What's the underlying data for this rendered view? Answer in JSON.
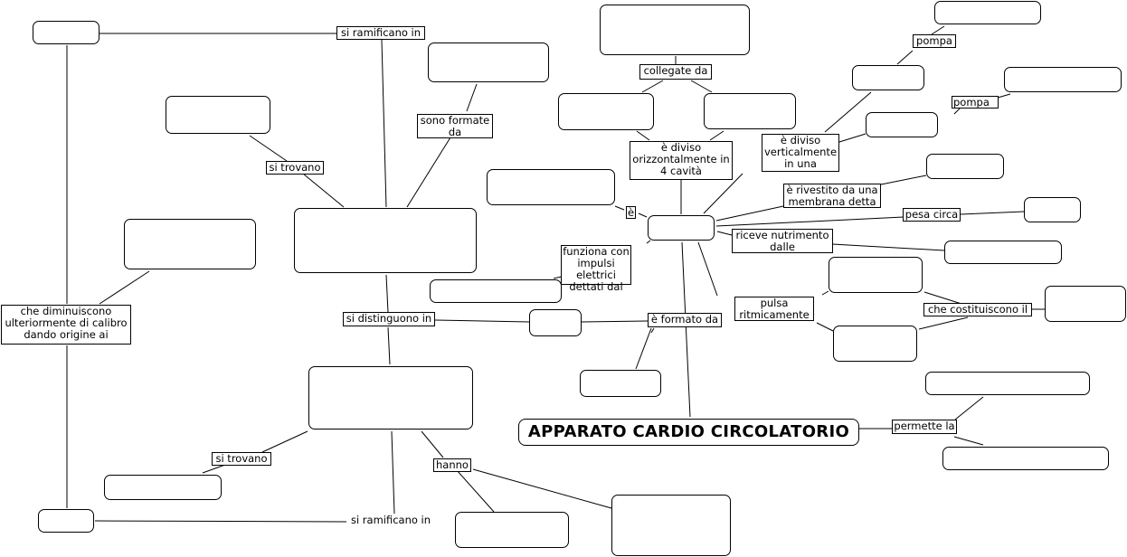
{
  "map": {
    "title": "APPARATO CARDIO CIRCOLATORIO",
    "linking_phrases": {
      "si_ramificano_in_top": "si ramificano in",
      "sono_formate_da": "sono formate\nda",
      "si_trovano_top": "si trovano",
      "collegate_da": "collegate da",
      "e_diviso_orizz": "è diviso\norizzontalmente in\n4 cavità",
      "e_diviso_vert": "è diviso\nverticalmente\nin una",
      "pompa_1": "pompa",
      "pompa_2": "pompa",
      "e": "è",
      "e_rivestito": "è rivestito da una\nmembrana detta",
      "pesa_circa": "pesa circa",
      "riceve_nutrimento": "riceve nutrimento\ndalle",
      "funziona_con": "funziona con\nimpulsi elettrici\ndettati dal",
      "che_diminuiscono": "che diminuiscono\nulteriormente di calibro\ndando origine ai",
      "si_distinguono_in": "si distinguono in",
      "e_formato_da": "è formato da",
      "pulsa_ritmicamente": "pulsa\nritmicamente",
      "che_costituiscono_il": "che costituiscono il",
      "permette_la": "permette la",
      "si_trovano_bottom": "si trovano",
      "hanno": "hanno",
      "si_ramificano_in_bottom": "si ramificano in"
    }
  }
}
